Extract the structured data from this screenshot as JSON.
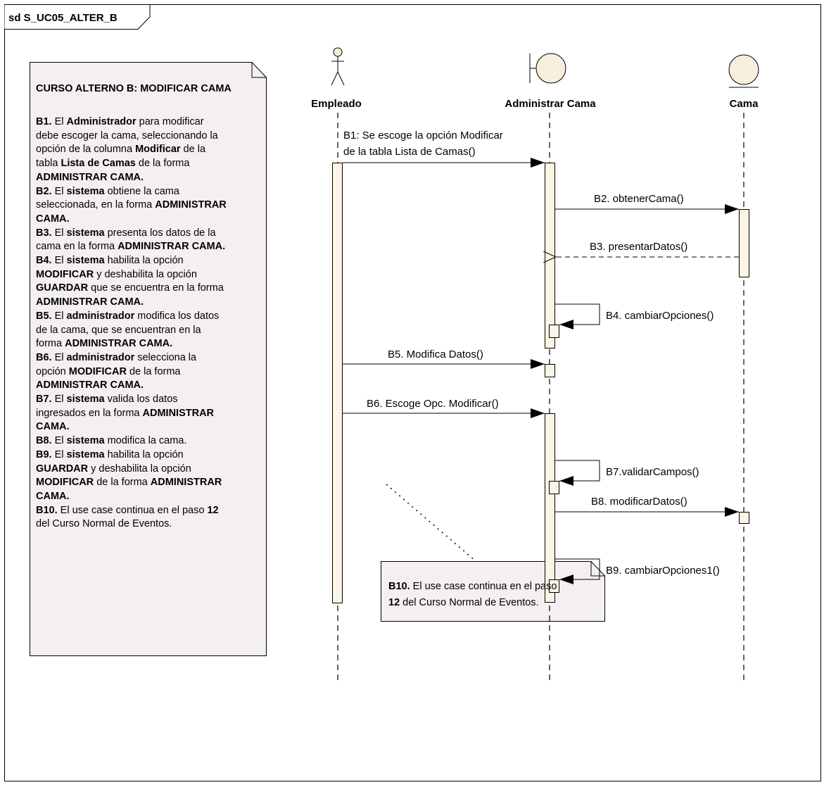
{
  "frame": {
    "title": "sd S_UC05_ALTER_B"
  },
  "colors": {
    "note_fill": "#f4f0f1",
    "activation_fill": "#fcf4e4",
    "lifeline_head_fill": "#f7efdd",
    "border": "#000000"
  },
  "lifelines": {
    "actor": {
      "name": "Empleado",
      "icon": "actor-icon"
    },
    "boundary": {
      "name": "Administrar Cama",
      "icon": "boundary-icon"
    },
    "entity": {
      "name": "Cama",
      "icon": "entity-icon"
    }
  },
  "messages": {
    "b1_line1": "B1: Se escoge la opción Modificar",
    "b1_line2": "de la tabla Lista de Camas()",
    "b2": "B2. obtenerCama()",
    "b3": "B3. presentarDatos()",
    "b4": "B4. cambiarOpciones()",
    "b5": "B5. Modifica Datos()",
    "b6": "B6. Escoge Opc. Modificar()",
    "b7": "B7.validarCampos()",
    "b8": "B8. modificarDatos()",
    "b9": "B9. cambiarOpciones1()"
  },
  "left_note": {
    "title": "CURSO ALTERNO B: MODIFICAR CAMA",
    "lines": [
      [
        {
          "t": "B1.",
          "b": true
        },
        {
          "t": " El "
        },
        {
          "t": "Administrador",
          "b": true
        },
        {
          "t": " para modificar"
        }
      ],
      [
        {
          "t": "debe escoger la cama, seleccionando la"
        }
      ],
      [
        {
          "t": "opción de la columna "
        },
        {
          "t": "Modificar",
          "b": true
        },
        {
          "t": " de la"
        }
      ],
      [
        {
          "t": "tabla "
        },
        {
          "t": "Lista de Camas",
          "b": true
        },
        {
          "t": " de la forma"
        }
      ],
      [
        {
          "t": "ADMINISTRAR CAMA.",
          "b": true
        }
      ],
      [
        {
          "t": "B2.",
          "b": true
        },
        {
          "t": " El "
        },
        {
          "t": "sistema",
          "b": true
        },
        {
          "t": " obtiene la cama"
        }
      ],
      [
        {
          "t": "seleccionada, en la forma "
        },
        {
          "t": "ADMINISTRAR",
          "b": true
        }
      ],
      [
        {
          "t": "CAMA.",
          "b": true
        }
      ],
      [
        {
          "t": "B3.",
          "b": true
        },
        {
          "t": " El "
        },
        {
          "t": "sistema",
          "b": true
        },
        {
          "t": " presenta los datos de la"
        }
      ],
      [
        {
          "t": "cama en la forma "
        },
        {
          "t": "ADMINISTRAR CAMA.",
          "b": true
        }
      ],
      [
        {
          "t": "B4.",
          "b": true
        },
        {
          "t": " El "
        },
        {
          "t": "sistema",
          "b": true
        },
        {
          "t": " habilita la opción"
        }
      ],
      [
        {
          "t": "MODIFICAR",
          "b": true
        },
        {
          "t": " y deshabilita la opción"
        }
      ],
      [
        {
          "t": "GUARDAR",
          "b": true
        },
        {
          "t": " que se encuentra en la forma"
        }
      ],
      [
        {
          "t": "ADMINISTRAR CAMA.",
          "b": true
        }
      ],
      [
        {
          "t": "B5.",
          "b": true
        },
        {
          "t": " El "
        },
        {
          "t": "administrador",
          "b": true
        },
        {
          "t": " modifica los datos"
        }
      ],
      [
        {
          "t": "de la cama, que se encuentran en la"
        }
      ],
      [
        {
          "t": "forma "
        },
        {
          "t": "ADMINISTRAR CAMA.",
          "b": true
        }
      ],
      [
        {
          "t": "B6.",
          "b": true
        },
        {
          "t": " El "
        },
        {
          "t": "administrador",
          "b": true
        },
        {
          "t": " selecciona la"
        }
      ],
      [
        {
          "t": "opción "
        },
        {
          "t": "MODIFICAR",
          "b": true
        },
        {
          "t": " de la forma"
        }
      ],
      [
        {
          "t": "ADMINISTRAR CAMA.",
          "b": true
        }
      ],
      [
        {
          "t": "B7.",
          "b": true
        },
        {
          "t": " El "
        },
        {
          "t": "sistema",
          "b": true
        },
        {
          "t": " valida los datos"
        }
      ],
      [
        {
          "t": "ingresados en la forma "
        },
        {
          "t": "ADMINISTRAR",
          "b": true
        }
      ],
      [
        {
          "t": "CAMA.",
          "b": true
        }
      ],
      [
        {
          "t": "B8.",
          "b": true
        },
        {
          "t": " El "
        },
        {
          "t": "sistema",
          "b": true
        },
        {
          "t": " modifica la cama."
        }
      ],
      [
        {
          "t": "B9.",
          "b": true
        },
        {
          "t": " El "
        },
        {
          "t": "sistema",
          "b": true
        },
        {
          "t": " habilita la opción"
        }
      ],
      [
        {
          "t": "GUARDAR",
          "b": true
        },
        {
          "t": " y deshabilita la opción"
        }
      ],
      [
        {
          "t": "MODIFICAR",
          "b": true
        },
        {
          "t": " de la forma "
        },
        {
          "t": "ADMINISTRAR",
          "b": true
        }
      ],
      [
        {
          "t": "CAMA.",
          "b": true
        }
      ],
      [
        {
          "t": "B10.",
          "b": true
        },
        {
          "t": " El use case continua en el paso "
        },
        {
          "t": "12",
          "b": true
        }
      ],
      [
        {
          "t": "del Curso Normal de Eventos."
        }
      ]
    ]
  },
  "bottom_note": {
    "lines": [
      [
        {
          "t": "B10.",
          "b": true
        },
        {
          "t": " El use case continua en el paso"
        }
      ],
      [
        {
          "t": "12",
          "b": true
        },
        {
          "t": " del Curso Normal de Eventos."
        }
      ]
    ]
  }
}
